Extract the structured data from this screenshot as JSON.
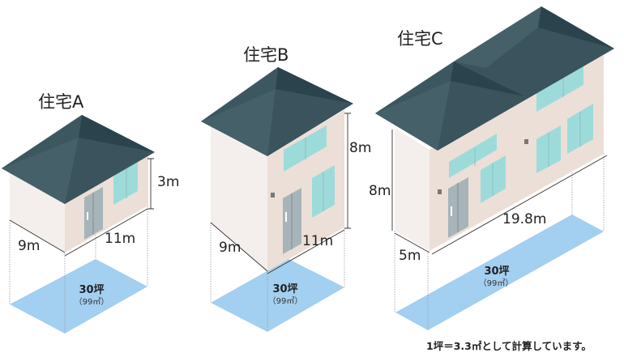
{
  "houses": [
    {
      "title": "住宅A",
      "width": "9m",
      "depth": "11m",
      "height": "3m",
      "area_tsubo": "30坪",
      "area_m2": "（99㎡）"
    },
    {
      "title": "住宅B",
      "width": "9m",
      "depth": "11m",
      "height": "8m",
      "area_tsubo": "30坪",
      "area_m2": "（99㎡）"
    },
    {
      "title": "住宅C",
      "width": "5m",
      "depth": "19.8m",
      "height": "8m",
      "area_tsubo": "30坪",
      "area_m2": "（99㎡）"
    }
  ],
  "footnote": "1坪＝3.3㎡として計算しています。",
  "colors": {
    "roof_light": "#46606a",
    "roof_dark": "#2b434c",
    "wall_side": "#f4efed",
    "wall_front": "#ecdfd7",
    "window": "#9ddbdb",
    "floor": "#a3cff0"
  }
}
